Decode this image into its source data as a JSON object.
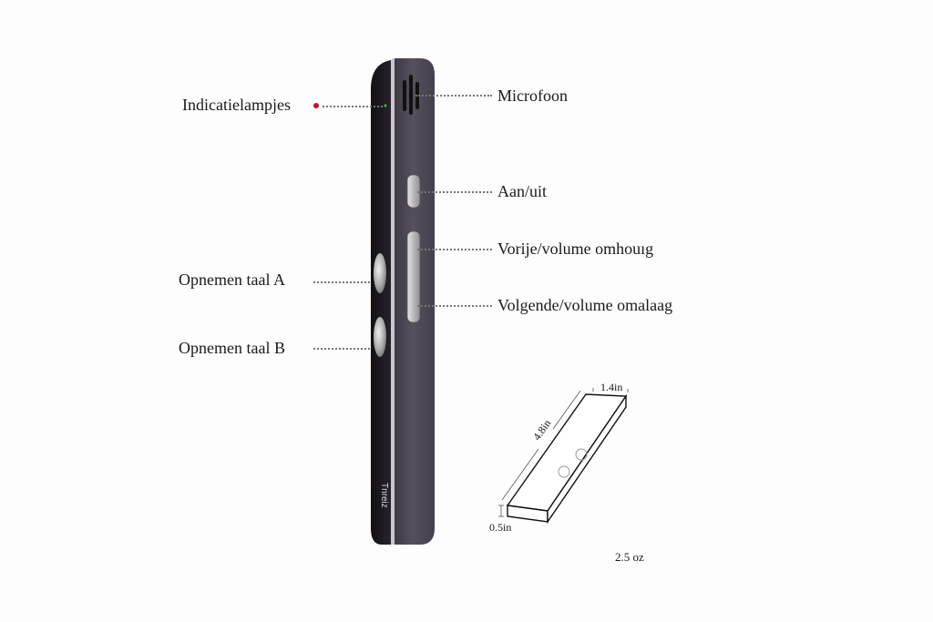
{
  "callouts": {
    "indicator": "Indicatielampjes",
    "microphone": "Microfoon",
    "power": "Aan/uit",
    "prev_vol_up": "Vorije/volume omhouıg",
    "next_vol_down": "Volgende/volume omalaag",
    "record_a": "Opnemen taal A",
    "record_b": "Opnemen taal B"
  },
  "device": {
    "brand_mark": "Tnreiz",
    "body_color": "#4a4452",
    "indicator_color": "#c8102e",
    "led_color": "#2db34a"
  },
  "dimensions": {
    "length": "4.8in",
    "width": "1.4in",
    "thickness": "0.5in",
    "weight": "2.5 oz"
  }
}
